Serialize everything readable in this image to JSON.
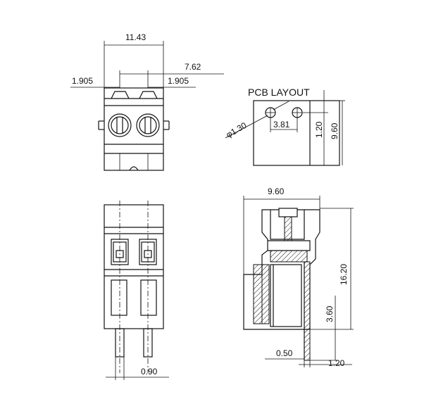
{
  "pcb_layout_title": "PCB LAYOUT",
  "dimensions": {
    "overall_width_top": "11.43",
    "pitch": "7.62",
    "edge_left": "1.905",
    "edge_right": "1.905",
    "hole_diameter": "φ1.30",
    "hole_spacing": "3.81",
    "pcb_height_1": "1.20",
    "pcb_height_2": "9.60",
    "side_width": "9.60",
    "side_height": "16.20",
    "pin_height": "3.60",
    "pin_thickness": "0.50",
    "pin_offset": "1.20",
    "pin_width_front": "0.90"
  }
}
